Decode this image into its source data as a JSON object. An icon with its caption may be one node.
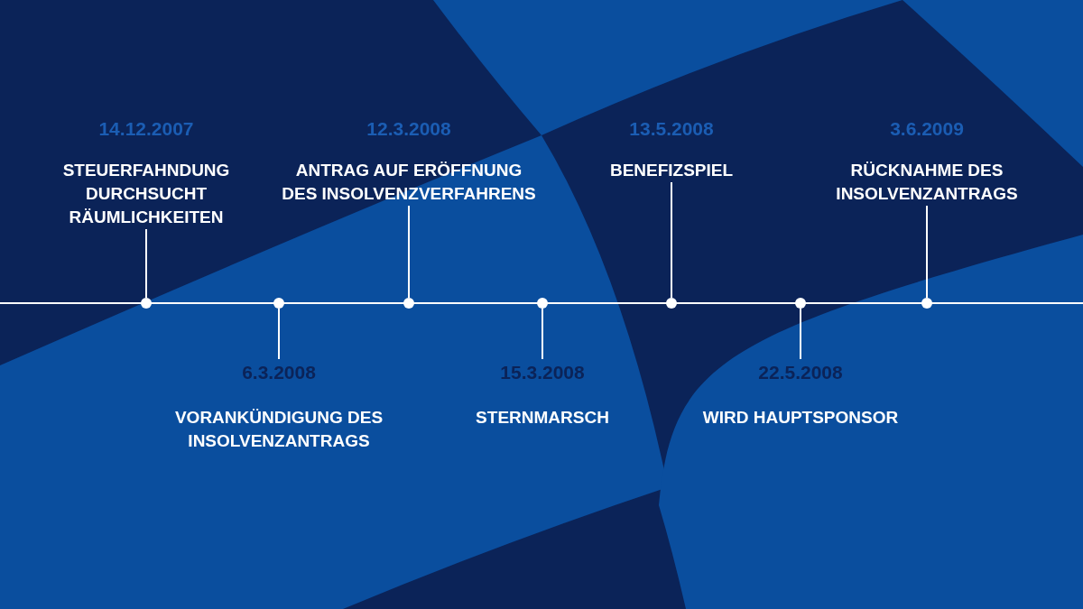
{
  "diagram": {
    "nodes": [
      {
        "text": [
          "14.12.2007",
          "STEUERFAHNDUNG DURCHSUCHT RÄUMLICHKEITEN"
        ]
      },
      {
        "text": [
          "6.3.2008",
          "VORANKÜNDIGUNG DES INSOLVENZANTRAGS"
        ]
      },
      {
        "text": [
          "12.3.2008",
          "ANTRAG AUF ERÖFFNUNG DES INSOLVENZVERFAHRENS"
        ]
      },
      {
        "text": [
          "15.3.2008",
          "STERNMARSCH"
        ]
      },
      {
        "text": [
          "13.5.2008",
          "BENEFIZSPIEL"
        ]
      },
      {
        "text": [
          "22.5.2008",
          "WIRD HAUPTSPONSOR"
        ]
      },
      {
        "text": [
          "3.6.2009",
          "RÜCKNAHME DES INSOLVENZANTRAGS"
        ]
      },
      {
        "text": [],
        "shape": "circle"
      },
      {
        "text": [],
        "shape": "circle"
      },
      {
        "text": [],
        "shape": "circle"
      },
      {
        "text": [],
        "shape": "circle"
      },
      {
        "text": [],
        "shape": "circle"
      },
      {
        "text": [],
        "shape": "circle"
      },
      {
        "text": [],
        "shape": "circle"
      }
    ],
    "edges": [
      {
        "from": 7,
        "to": 0,
        "arrow": "none"
      },
      {
        "from": 8,
        "to": 1,
        "arrow": "none"
      },
      {
        "from": 9,
        "to": 2,
        "arrow": "none"
      },
      {
        "from": 10,
        "to": 3,
        "arrow": "none"
      },
      {
        "from": 11,
        "to": 4,
        "arrow": "none"
      },
      {
        "from": 12,
        "to": 5,
        "arrow": "none"
      },
      {
        "from": 13,
        "to": 6,
        "arrow": "none"
      }
    ]
  }
}
